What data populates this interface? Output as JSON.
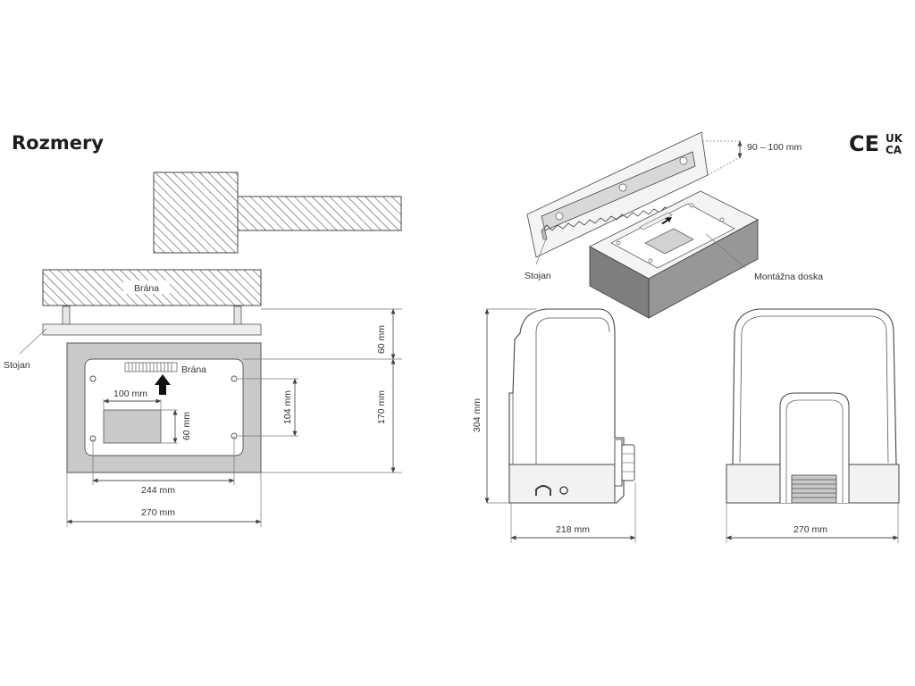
{
  "title": "Rozmery",
  "certification": {
    "ce": "CE",
    "ukca_top": "UK",
    "ukca_bottom": "CA"
  },
  "top_view": {
    "gate_label": "Brána",
    "stand_label": "Stojan",
    "plate_gate_label": "Brána",
    "dim_60": "60 mm",
    "dim_170": "170 mm",
    "dim_100": "100 mm",
    "dim_60_vertical": "60 mm",
    "dim_104": "104 mm",
    "dim_244": "244 mm",
    "dim_270": "270 mm"
  },
  "iso_view": {
    "dim_range": "90 – 100 mm",
    "stand_label": "Stojan",
    "plate_label": "Montážna doska"
  },
  "side_view": {
    "height": "304 mm",
    "width": "218 mm"
  },
  "front_view": {
    "width": "270 mm"
  },
  "colors": {
    "plate_gray": "#c9c9c9",
    "box_dark": "#8e8e8e",
    "hatch": "#444444",
    "text": "#1d1d1d"
  }
}
